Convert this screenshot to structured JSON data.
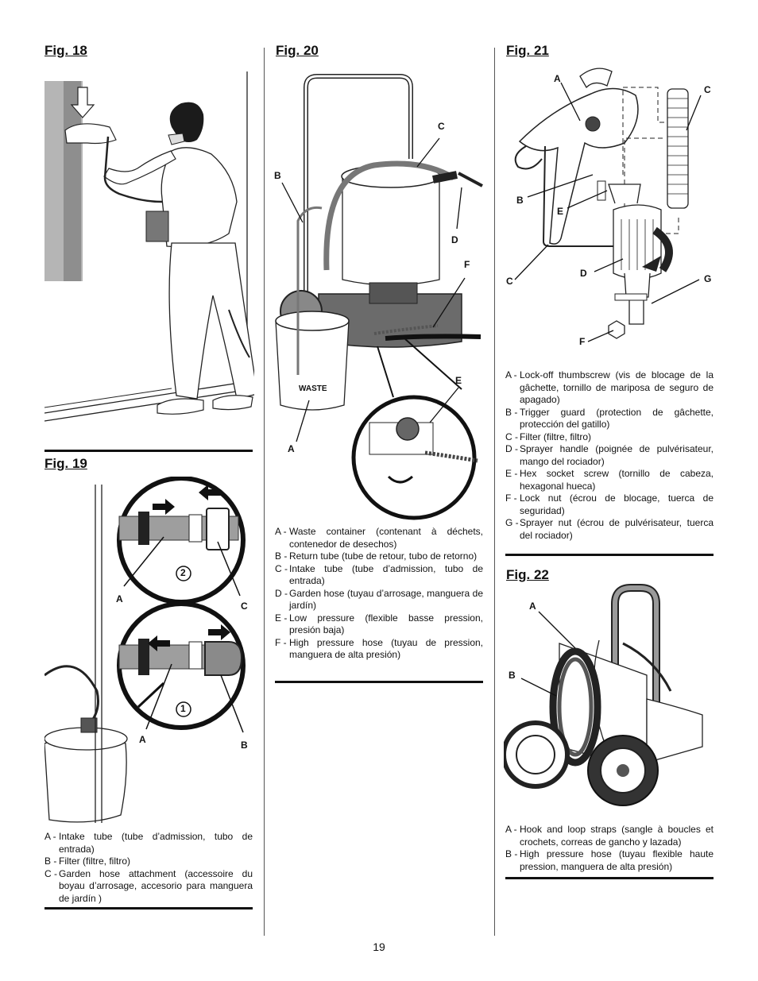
{
  "page_number": "19",
  "fig18": {
    "title": "Fig. 18"
  },
  "fig19": {
    "title": "Fig. 19",
    "callouts": {
      "step2": "2",
      "step1": "1",
      "a_top": "A",
      "c": "C",
      "a_bottom": "A",
      "b": "B"
    },
    "legend": [
      {
        "key": "A -",
        "text": "Intake tube (tube d’admission, tubo de entrada)"
      },
      {
        "key": "B -",
        "text": "Filter (filtre, filtro)"
      },
      {
        "key": "C -",
        "text": "Garden hose attachment (accessoire du boyau d’arrosage, accesorio para manguera de jardín )"
      }
    ]
  },
  "fig20": {
    "title": "Fig. 20",
    "callouts": {
      "a": "A",
      "b": "B",
      "c": "C",
      "d": "D",
      "e": "E",
      "f": "F",
      "waste": "WASTE"
    },
    "legend": [
      {
        "key": "A -",
        "text": "Waste container (contenant à déchets, contenedor de desechos)"
      },
      {
        "key": "B -",
        "text": "Return tube (tube de retour, tubo de retorno)"
      },
      {
        "key": "C -",
        "text": "Intake tube (tube d’admission, tubo de entrada)"
      },
      {
        "key": "D -",
        "text": "Garden hose (tuyau d’arrosage, manguera de jardín)"
      },
      {
        "key": "E -",
        "text": "Low pressure (flexible basse pression, presión baja)"
      },
      {
        "key": "F -",
        "text": "High pressure hose (tuyau de pression, manguera de alta presión)"
      }
    ]
  },
  "fig21": {
    "title": "Fig. 21",
    "callouts": {
      "a": "A",
      "b": "B",
      "c_top": "C",
      "c_bottom": "C",
      "d": "D",
      "e": "E",
      "f": "F",
      "g": "G"
    },
    "legend": [
      {
        "key": "A -",
        "text": "Lock-off thumbscrew (vis de blocage de la gâchette, tornillo de mariposa de seguro de apagado)"
      },
      {
        "key": "B -",
        "text": "Trigger guard (protection de gâchette, protección del gatillo)"
      },
      {
        "key": "C -",
        "text": "Filter (filtre, filtro)"
      },
      {
        "key": "D -",
        "text": "Sprayer handle (poignée de pulvérisateur, mango del rociador)"
      },
      {
        "key": "E -",
        "text": "Hex socket screw (tornillo de cabeza, hexagonal hueca)"
      },
      {
        "key": "F -",
        "text": "Lock nut (écrou de blocage, tuerca de seguridad)"
      },
      {
        "key": "G -",
        "text": "Sprayer nut (écrou de pulvérisateur, tuerca del rociador)"
      }
    ]
  },
  "fig22": {
    "title": "Fig. 22",
    "callouts": {
      "a": "A",
      "b": "B"
    },
    "legend": [
      {
        "key": "A -",
        "text": "Hook and loop straps (sangle à boucles et crochets, correas de gancho y lazada)"
      },
      {
        "key": "B -",
        "text": "High pressure hose (tuyau flexible haute pression, manguera de alta presión)"
      }
    ]
  }
}
